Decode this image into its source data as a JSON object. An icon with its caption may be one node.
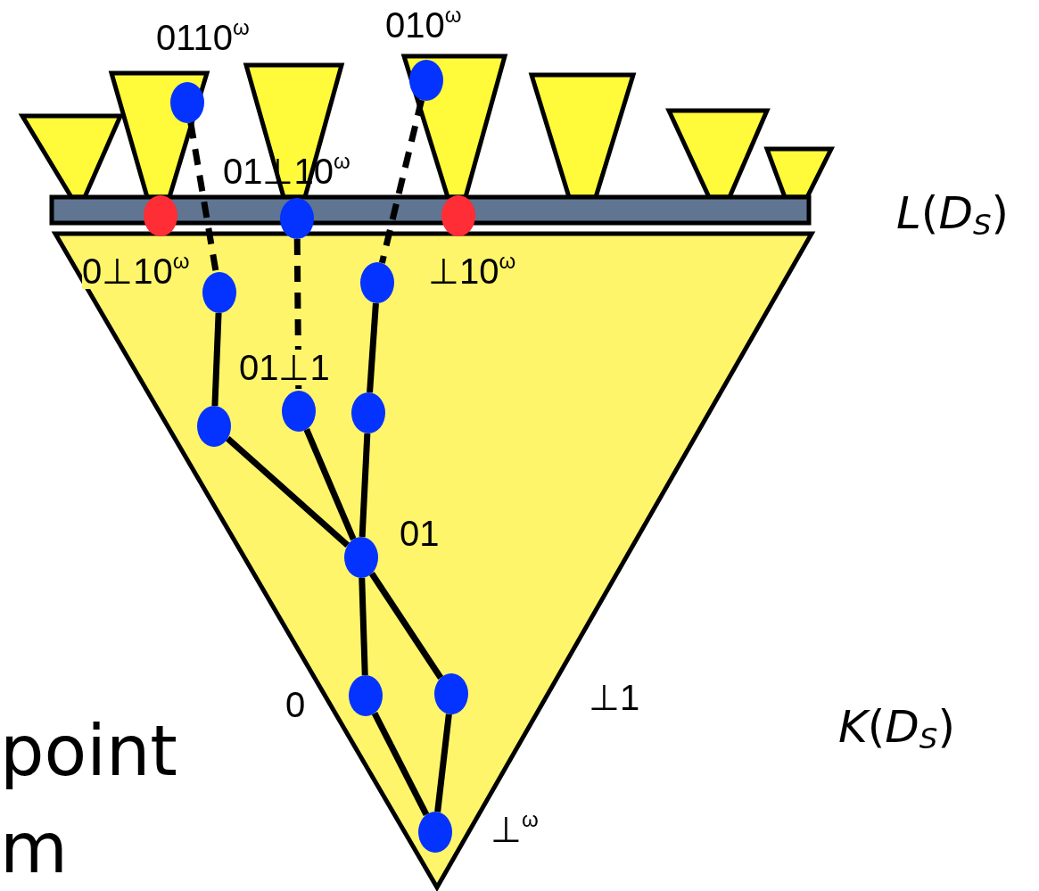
{
  "diagram": {
    "nodes": [
      {
        "text": [],
        "shape": "circle",
        "beside": [
          "0110$^{ω}$"
        ]
      },
      {
        "text": [],
        "shape": "circle",
        "beside": [
          "010$^{ω}$"
        ]
      },
      {
        "text": [],
        "shape": "circle"
      },
      {
        "text": [],
        "shape": "circle",
        "beside": [
          "01⊥10$^{ω}$"
        ]
      },
      {
        "text": [],
        "shape": "circle"
      },
      {
        "text": [],
        "shape": "circle",
        "beside": [
          "0⊥10$^{ω}$"
        ]
      },
      {
        "text": [],
        "shape": "circle",
        "beside": [
          "⊥10$^{ω}$"
        ]
      },
      {
        "text": [],
        "shape": "circle"
      },
      {
        "text": [],
        "shape": "circle",
        "beside": [
          "01⊥1"
        ]
      },
      {
        "text": [],
        "shape": "circle"
      },
      {
        "text": [],
        "shape": "circle",
        "beside": [
          "01"
        ]
      },
      {
        "text": [],
        "shape": "circle",
        "beside": [
          "0"
        ]
      },
      {
        "text": [],
        "shape": "circle",
        "beside": [
          "⊥1"
        ]
      },
      {
        "text": [],
        "shape": "circle",
        "beside": [
          "⊥$^{ω}$"
        ]
      }
    ],
    "edges": [
      {
        "from": 0,
        "to": 5,
        "arrow": "none",
        "style": "dashed"
      },
      {
        "from": 1,
        "to": 6,
        "arrow": "none",
        "style": "dashed"
      },
      {
        "from": 3,
        "to": 8,
        "arrow": "none",
        "style": "dashed"
      },
      {
        "from": 5,
        "to": 7,
        "arrow": "none"
      },
      {
        "from": 6,
        "to": 9,
        "arrow": "none"
      },
      {
        "from": 7,
        "to": 10,
        "arrow": "none"
      },
      {
        "from": 8,
        "to": 10,
        "arrow": "none"
      },
      {
        "from": 9,
        "to": 10,
        "arrow": "none"
      },
      {
        "from": 10,
        "to": 11,
        "arrow": "none"
      },
      {
        "from": 10,
        "to": 12,
        "arrow": "none"
      },
      {
        "from": 11,
        "to": 13,
        "arrow": "none"
      },
      {
        "from": 12,
        "to": 13,
        "arrow": "none"
      }
    ],
    "labels": [
      "*L*(*D*$_{S}$)",
      "*K*(*D*$_{S}$)",
      "point",
      "m"
    ]
  }
}
